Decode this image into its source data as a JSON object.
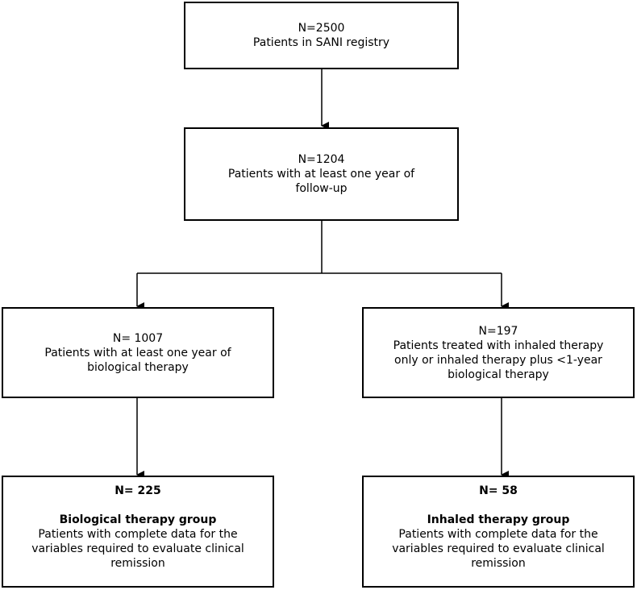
{
  "boxes": {
    "registry": {
      "count": "N=2500",
      "desc": "Patients in SANI registry"
    },
    "followup": {
      "count": "N=1204",
      "desc_line1": "Patients with at least one year of",
      "desc_line2": "follow-up"
    },
    "biological": {
      "count": "N= 1007",
      "desc_line1": "Patients with at least one year of",
      "desc_line2": "biological therapy"
    },
    "inhaled": {
      "count": "N=197",
      "desc_line1": "Patients treated with inhaled therapy",
      "desc_line2": "only or inhaled therapy plus <1-year",
      "desc_line3": "biological therapy"
    },
    "bio_group": {
      "count": "N= 225",
      "title": "Biological therapy group",
      "desc_line1": "Patients with complete data for the",
      "desc_line2": "variables required to evaluate clinical",
      "desc_line3": "remission"
    },
    "inh_group": {
      "count": "N= 58",
      "title": "Inhaled therapy group",
      "desc_line1": "Patients with complete data for the",
      "desc_line2": "variables required to evaluate clinical",
      "desc_line3": "remission"
    }
  }
}
